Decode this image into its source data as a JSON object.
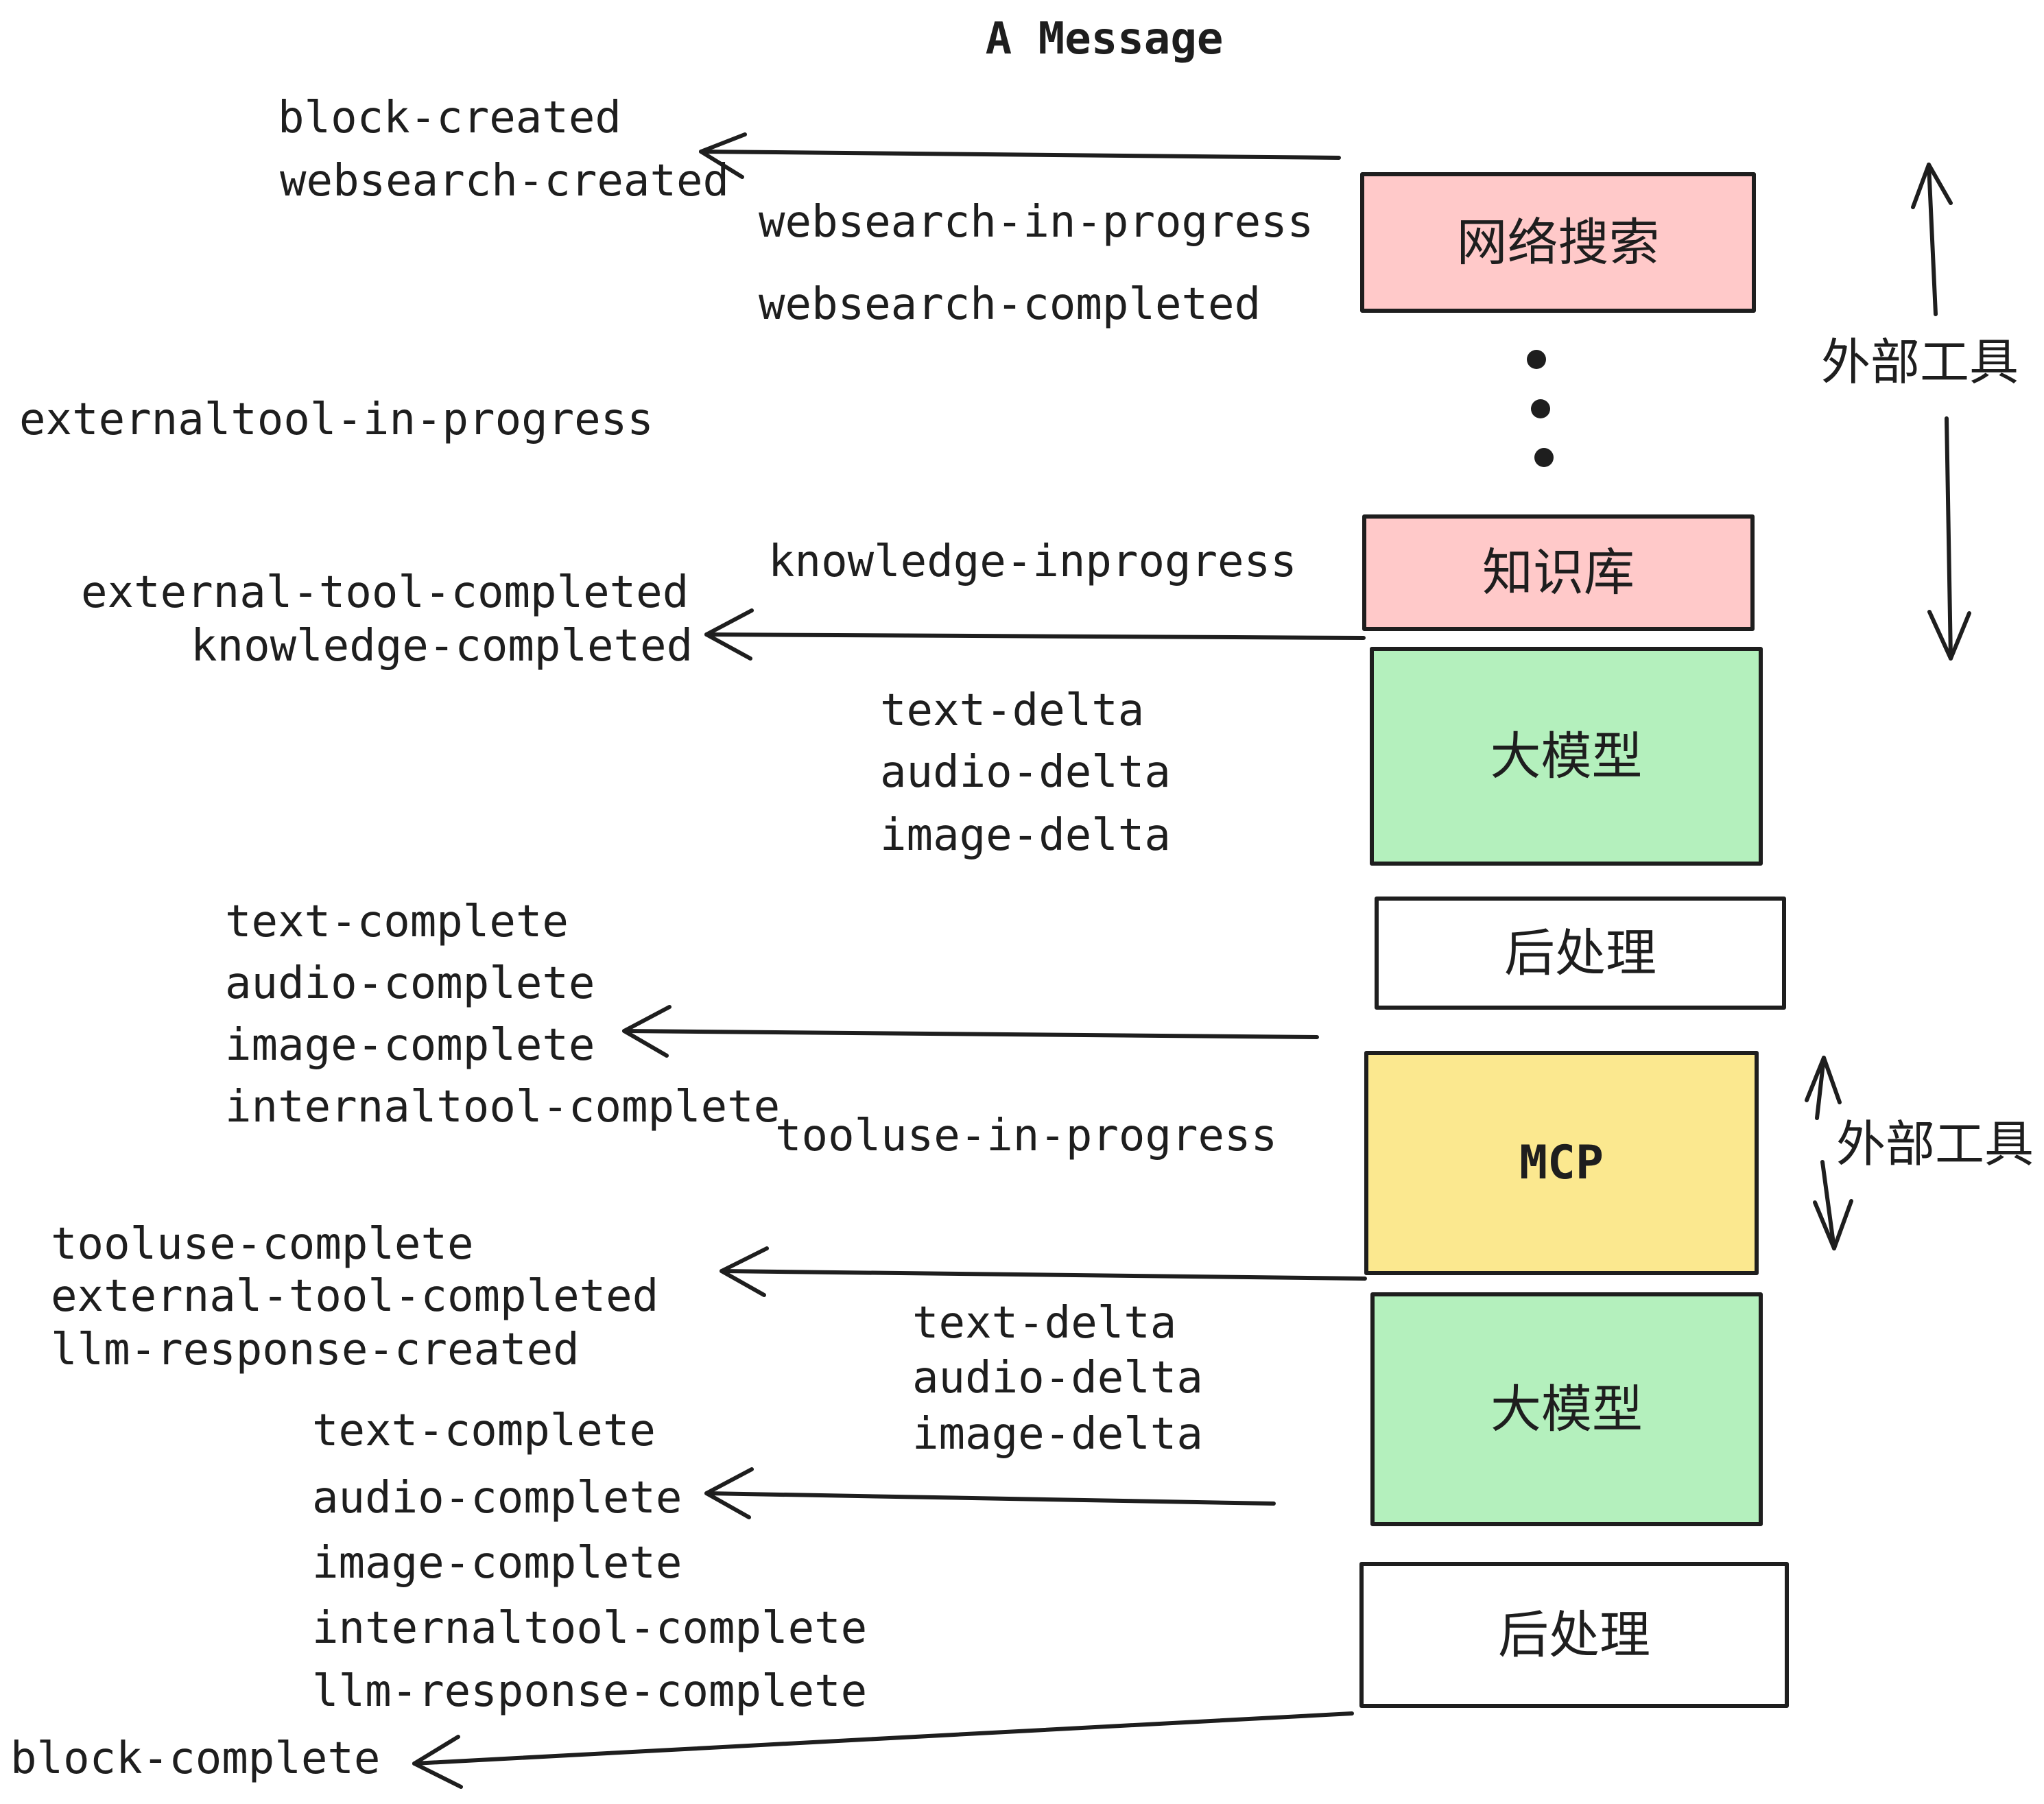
{
  "title": "A Message",
  "colors": {
    "pink": "#ffc9c9",
    "green": "#b4f0bd",
    "yellow": "#fbe88f",
    "white": "#ffffff",
    "stroke": "#1e1e1e"
  },
  "boxes": {
    "websearch": "网络搜索",
    "knowledge": "知识库",
    "llm1": "大模型",
    "post1": "后处理",
    "mcp": "MCP",
    "llm2": "大模型",
    "post2": "后处理"
  },
  "side_labels": {
    "top": "外部工具",
    "bottom": "外部工具"
  },
  "events": {
    "block_created": "block-created",
    "websearch_created": "websearch-created",
    "websearch_in_progress": "websearch-in-progress",
    "websearch_completed": "websearch-completed",
    "externaltool_in_progress": "externaltool-in-progress",
    "knowledge_inprogress": "knowledge-inprogress",
    "external_tool_completed_1": "external-tool-completed",
    "knowledge_completed": "knowledge-completed",
    "text_delta_1": "text-delta",
    "audio_delta_1": "audio-delta",
    "image_delta_1": "image-delta",
    "text_complete_1": "text-complete",
    "audio_complete_1": "audio-complete",
    "image_complete_1": "image-complete",
    "internaltool_complete_1": "internaltool-complete",
    "tooluse_in_progress": "tooluse-in-progress",
    "tooluse_complete": "tooluse-complete",
    "external_tool_completed_2": "external-tool-completed",
    "llm_response_created": "llm-response-created",
    "text_delta_2": "text-delta",
    "audio_delta_2": "audio-delta",
    "image_delta_2": "image-delta",
    "text_complete_2": "text-complete",
    "audio_complete_2": "audio-complete",
    "image_complete_2": "image-complete",
    "internaltool_complete_2": "internaltool-complete",
    "llm_response_complete": "llm-response-complete",
    "block_complete": "block-complete"
  }
}
